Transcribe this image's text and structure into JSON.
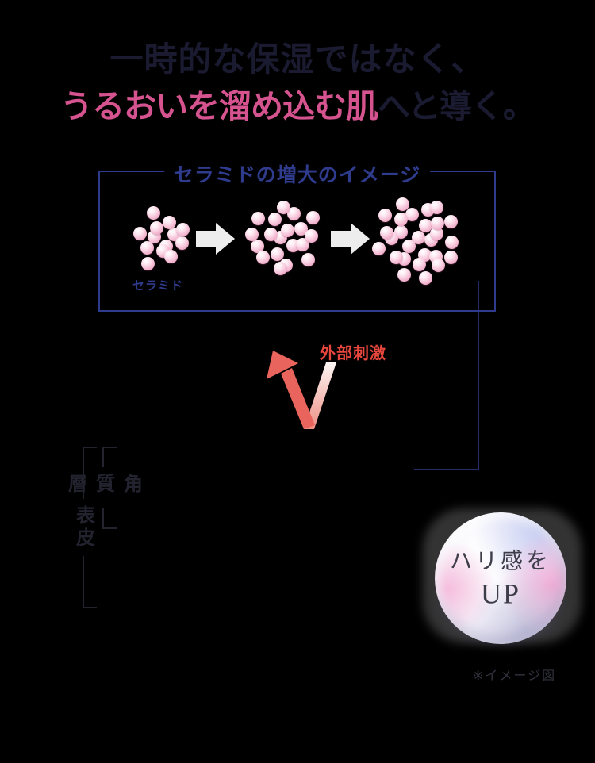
{
  "colors": {
    "background": "#000000",
    "navy": "#2f3b8c",
    "headline_pink": "#d5538e",
    "headline_dark": "#1a1a30",
    "stimulus_red": "#e8473e",
    "arrow_coral": "#e8645c",
    "arrow_gray": "#ededed",
    "bracket_gray": "#23232f",
    "bubble_text": "#3d3d49",
    "footnote_gray": "#32323e",
    "pearl_mid": "#f6c3d8",
    "pearl_edge": "#eba0c0"
  },
  "headline": {
    "line1": "一時的な保湿ではなく、",
    "line2_pink": "うるおいを溜め込む肌",
    "line2_dark": "へと導く。"
  },
  "diagram": {
    "title": "セラミドの増大のイメージ",
    "ceramide_label": "セラミド",
    "clusters": [
      {
        "name": "ceramide-cluster-before",
        "count": 13
      },
      {
        "name": "ceramide-cluster-mid",
        "count": 19
      },
      {
        "name": "ceramide-cluster-after",
        "count": 27
      }
    ]
  },
  "stimulus": {
    "label": "外部刺激"
  },
  "skin_layers": {
    "stratum_corneum": "角質層",
    "epidermis": "表皮"
  },
  "bubble": {
    "line1": "ハリ感を",
    "line2": "UP"
  },
  "footnote": "※イメージ図"
}
